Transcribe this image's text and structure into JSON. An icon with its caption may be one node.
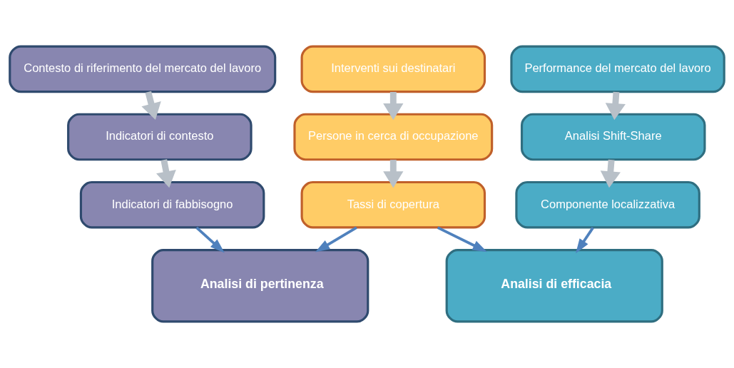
{
  "diagram": {
    "nodes": [
      {
        "text": [
          "Contesto di riferimento del mercato del lavoro"
        ]
      },
      {
        "text": [
          "Indicatori di contesto"
        ]
      },
      {
        "text": [
          "Indicatori di fabbisogno"
        ]
      },
      {
        "text": [
          "Interventi sui destinatari"
        ]
      },
      {
        "text": [
          "Persone in cerca di occupazione"
        ]
      },
      {
        "text": [
          "Tassi di copertura"
        ]
      },
      {
        "text": [
          "Performance del mercato del lavoro"
        ]
      },
      {
        "text": [
          "Analisi Shift-Share"
        ]
      },
      {
        "text": [
          "Componente localizzativa"
        ]
      },
      {
        "text": [
          "Analisi di pertinenza"
        ]
      },
      {
        "text": [
          "Analisi di efficacia"
        ]
      }
    ],
    "edges": [
      {
        "from": 0,
        "to": 1,
        "arrow": "to"
      },
      {
        "from": 1,
        "to": 2,
        "arrow": "to"
      },
      {
        "from": 3,
        "to": 4,
        "arrow": "to"
      },
      {
        "from": 4,
        "to": 5,
        "arrow": "to"
      },
      {
        "from": 6,
        "to": 7,
        "arrow": "to"
      },
      {
        "from": 7,
        "to": 8,
        "arrow": "to"
      },
      {
        "from": 2,
        "to": 9,
        "arrow": "to",
        "color": "#4f81bd"
      },
      {
        "from": 5,
        "to": 9,
        "arrow": "to",
        "color": "#4f81bd"
      },
      {
        "from": 5,
        "to": 10,
        "arrow": "to",
        "color": "#4f81bd"
      },
      {
        "from": 8,
        "to": 10,
        "arrow": "to",
        "color": "#4f81bd"
      }
    ]
  }
}
